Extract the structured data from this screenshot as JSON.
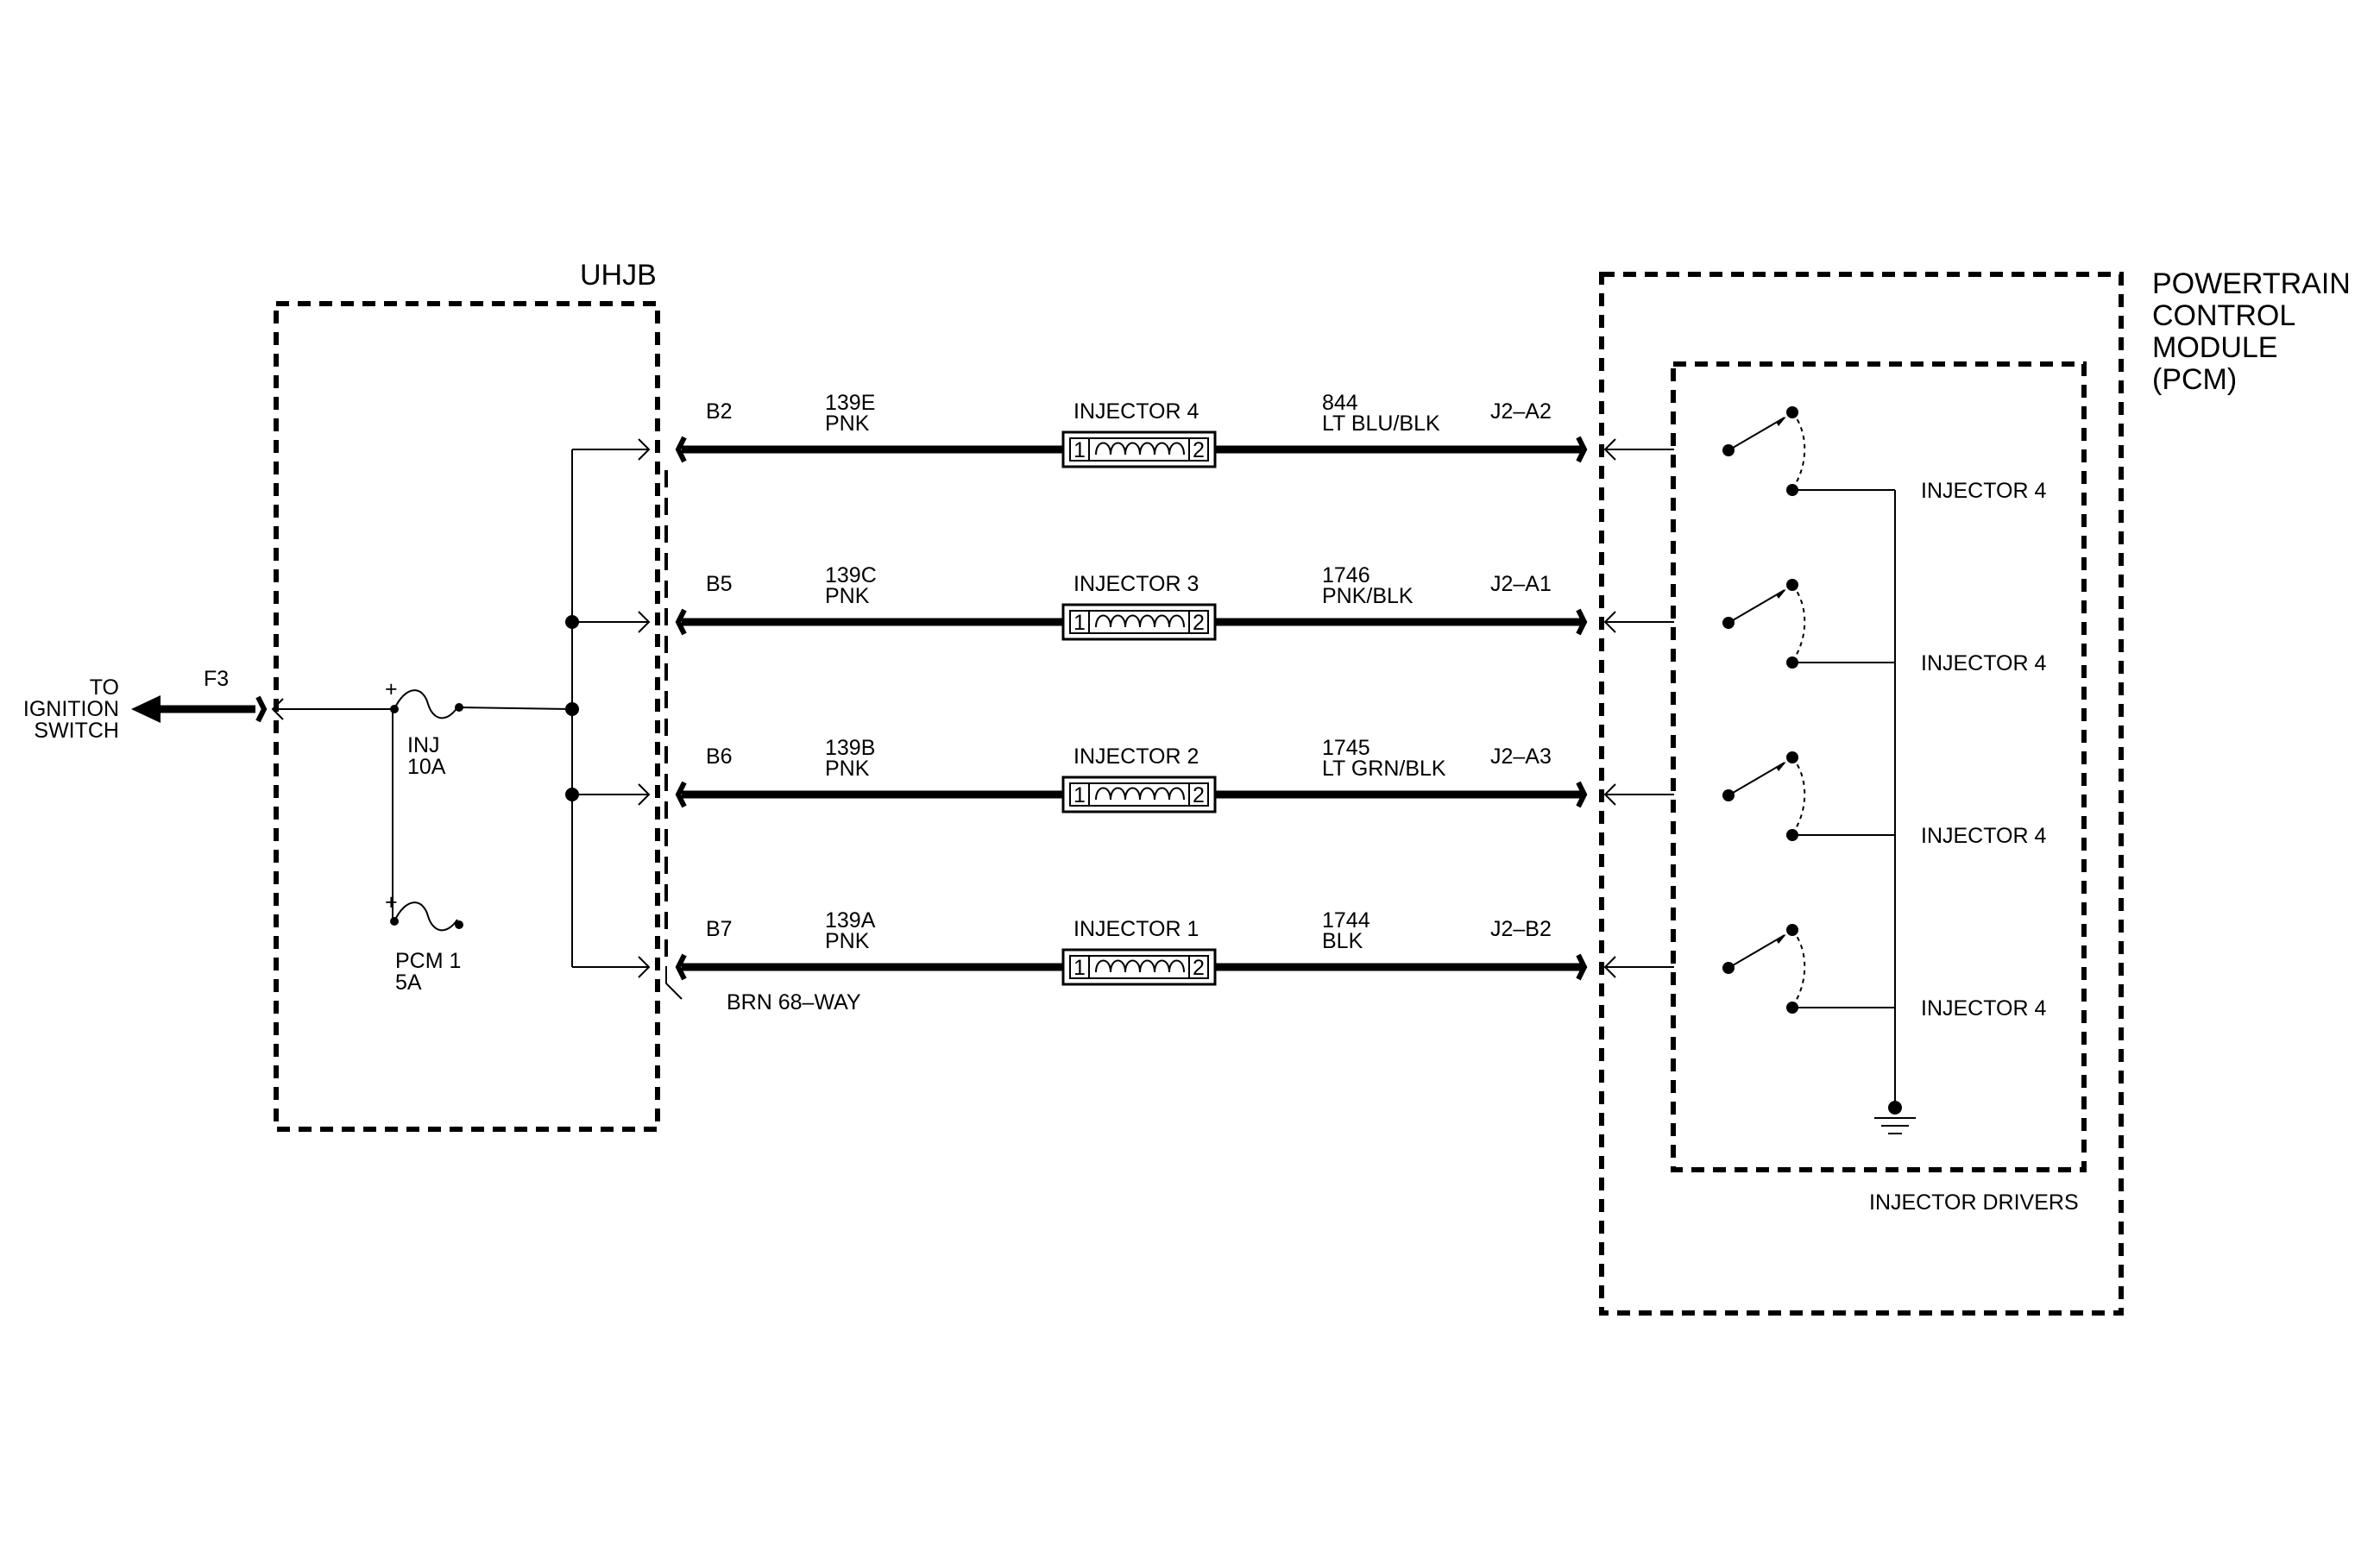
{
  "uhjb": {
    "title": "UHJB"
  },
  "pcm": {
    "title_line1": "POWERTRAIN",
    "title_line2": "CONTROL",
    "title_line3": "MODULE",
    "title_line4": "(PCM)",
    "drivers_label": "INJECTOR DRIVERS"
  },
  "ignition": {
    "line1": "TO",
    "line2": "IGNITION",
    "line3": "SWITCH",
    "connector": "F3"
  },
  "fuses": [
    {
      "name": "INJ",
      "rating": "10A"
    },
    {
      "name": "PCM 1",
      "rating": "5A"
    }
  ],
  "connector_note": "BRN  68–WAY",
  "injector_pins": {
    "pin1": "1",
    "pin2": "2"
  },
  "circuits": [
    {
      "pin": "B2",
      "feed_circuit": "139E",
      "feed_color": "PNK",
      "injector": "INJECTOR 4",
      "return_circuit": "844",
      "return_color": "LT BLU/BLK",
      "pcm_pin": "J2–A2",
      "driver": "INJECTOR 4"
    },
    {
      "pin": "B5",
      "feed_circuit": "139C",
      "feed_color": "PNK",
      "injector": "INJECTOR 3",
      "return_circuit": "1746",
      "return_color": "PNK/BLK",
      "pcm_pin": "J2–A1",
      "driver": "INJECTOR 4"
    },
    {
      "pin": "B6",
      "feed_circuit": "139B",
      "feed_color": "PNK",
      "injector": "INJECTOR 2",
      "return_circuit": "1745",
      "return_color": "LT GRN/BLK",
      "pcm_pin": "J2–A3",
      "driver": "INJECTOR 4"
    },
    {
      "pin": "B7",
      "feed_circuit": "139A",
      "feed_color": "PNK",
      "injector": "INJECTOR 1",
      "return_circuit": "1744",
      "return_color": "BLK",
      "pcm_pin": "J2–B2",
      "driver": "INJECTOR 4"
    }
  ]
}
